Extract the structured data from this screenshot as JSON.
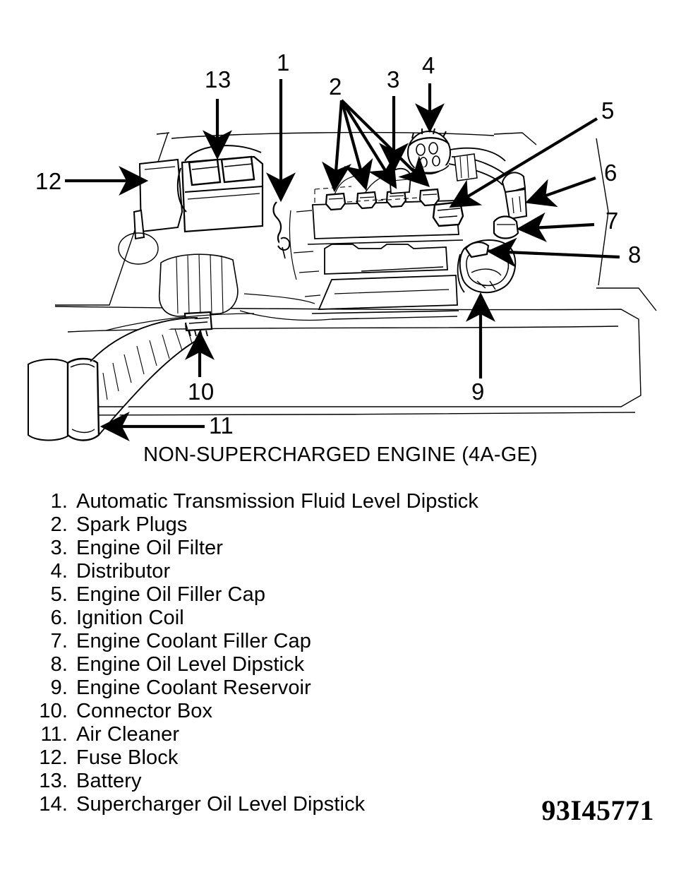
{
  "figure": {
    "caption": "NON-SUPERCHARGED ENGINE (4A-GE)",
    "reference_number": "93I45771",
    "callouts": [
      {
        "number": "1",
        "target": "automatic-transmission-fluid-level-dipstick"
      },
      {
        "number": "2",
        "target": "spark-plugs"
      },
      {
        "number": "3",
        "target": "engine-oil-filter"
      },
      {
        "number": "4",
        "target": "distributor"
      },
      {
        "number": "5",
        "target": "engine-oil-filler-cap"
      },
      {
        "number": "6",
        "target": "ignition-coil"
      },
      {
        "number": "7",
        "target": "engine-coolant-filler-cap"
      },
      {
        "number": "8",
        "target": "engine-oil-level-dipstick"
      },
      {
        "number": "9",
        "target": "engine-coolant-reservoir"
      },
      {
        "number": "10",
        "target": "connector-box"
      },
      {
        "number": "11",
        "target": "air-cleaner"
      },
      {
        "number": "12",
        "target": "fuse-block"
      },
      {
        "number": "13",
        "target": "battery"
      }
    ]
  },
  "legend": {
    "items": [
      {
        "index": "1.",
        "label": "Automatic Transmission Fluid Level Dipstick"
      },
      {
        "index": "2.",
        "label": "Spark Plugs"
      },
      {
        "index": "3.",
        "label": "Engine Oil Filter"
      },
      {
        "index": "4.",
        "label": "Distributor"
      },
      {
        "index": "5.",
        "label": "Engine Oil Filler Cap"
      },
      {
        "index": "6.",
        "label": "Ignition Coil"
      },
      {
        "index": "7.",
        "label": "Engine Coolant Filler Cap"
      },
      {
        "index": "8.",
        "label": "Engine Oil Level Dipstick"
      },
      {
        "index": "9.",
        "label": "Engine Coolant Reservoir"
      },
      {
        "index": "10.",
        "label": "Connector Box"
      },
      {
        "index": "11.",
        "label": "Air Cleaner"
      },
      {
        "index": "12.",
        "label": "Fuse Block"
      },
      {
        "index": "13.",
        "label": "Battery"
      },
      {
        "index": "14.",
        "label": "Supercharger Oil Level Dipstick"
      }
    ]
  },
  "colors": {
    "ink": "#000000",
    "paper": "#ffffff"
  }
}
